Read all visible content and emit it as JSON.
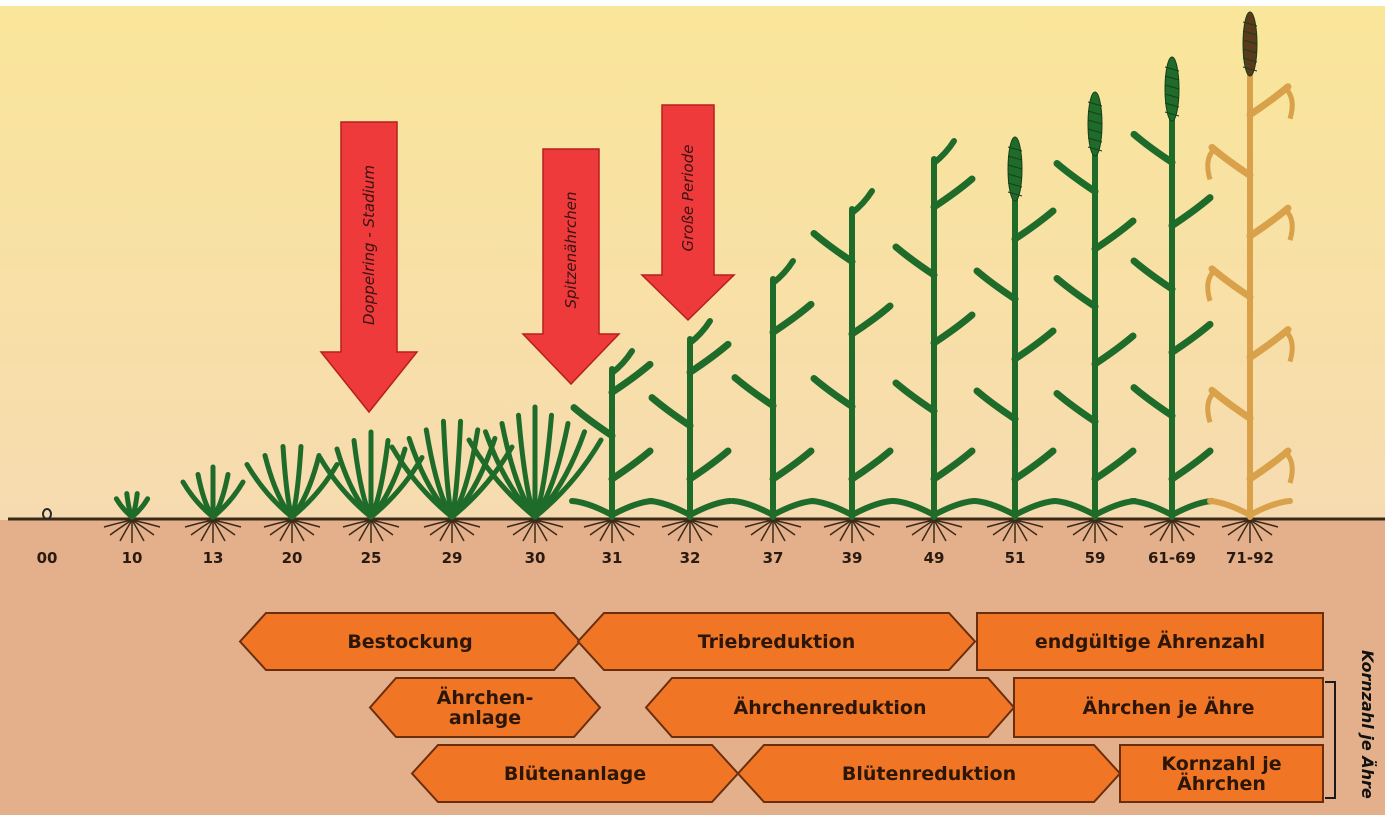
{
  "stages": [
    "00",
    "10",
    "13",
    "20",
    "25",
    "29",
    "30",
    "31",
    "32",
    "37",
    "39",
    "49",
    "51",
    "59",
    "61-69",
    "71-92"
  ],
  "arrows": [
    {
      "label": "Doppelring - Stadium"
    },
    {
      "label": "Spitzenährchen"
    },
    {
      "label": "Große Periode"
    }
  ],
  "bands": {
    "row1": [
      "Bestockung",
      "Triebreduktion",
      "endgültige Ährenzahl"
    ],
    "row2": [
      "Ährchen-\nanlage",
      "Ährchenreduktion",
      "Ährchen je Ähre"
    ],
    "row3": [
      "Blütenanlage",
      "Blütenreduktion",
      "Kornzahl je\nÄhrchen"
    ]
  },
  "side_label": "Kornzahl je Ähre",
  "colors": {
    "sky_top": "#f9e9a0",
    "sky_bottom": "#f6dcae",
    "soil": "#e4b28e",
    "band_fill": "#f07626",
    "arrow_fill": "#ee3a3a",
    "plant_green": "#1f6b2a",
    "ripe_stem": "#d8a14a"
  }
}
